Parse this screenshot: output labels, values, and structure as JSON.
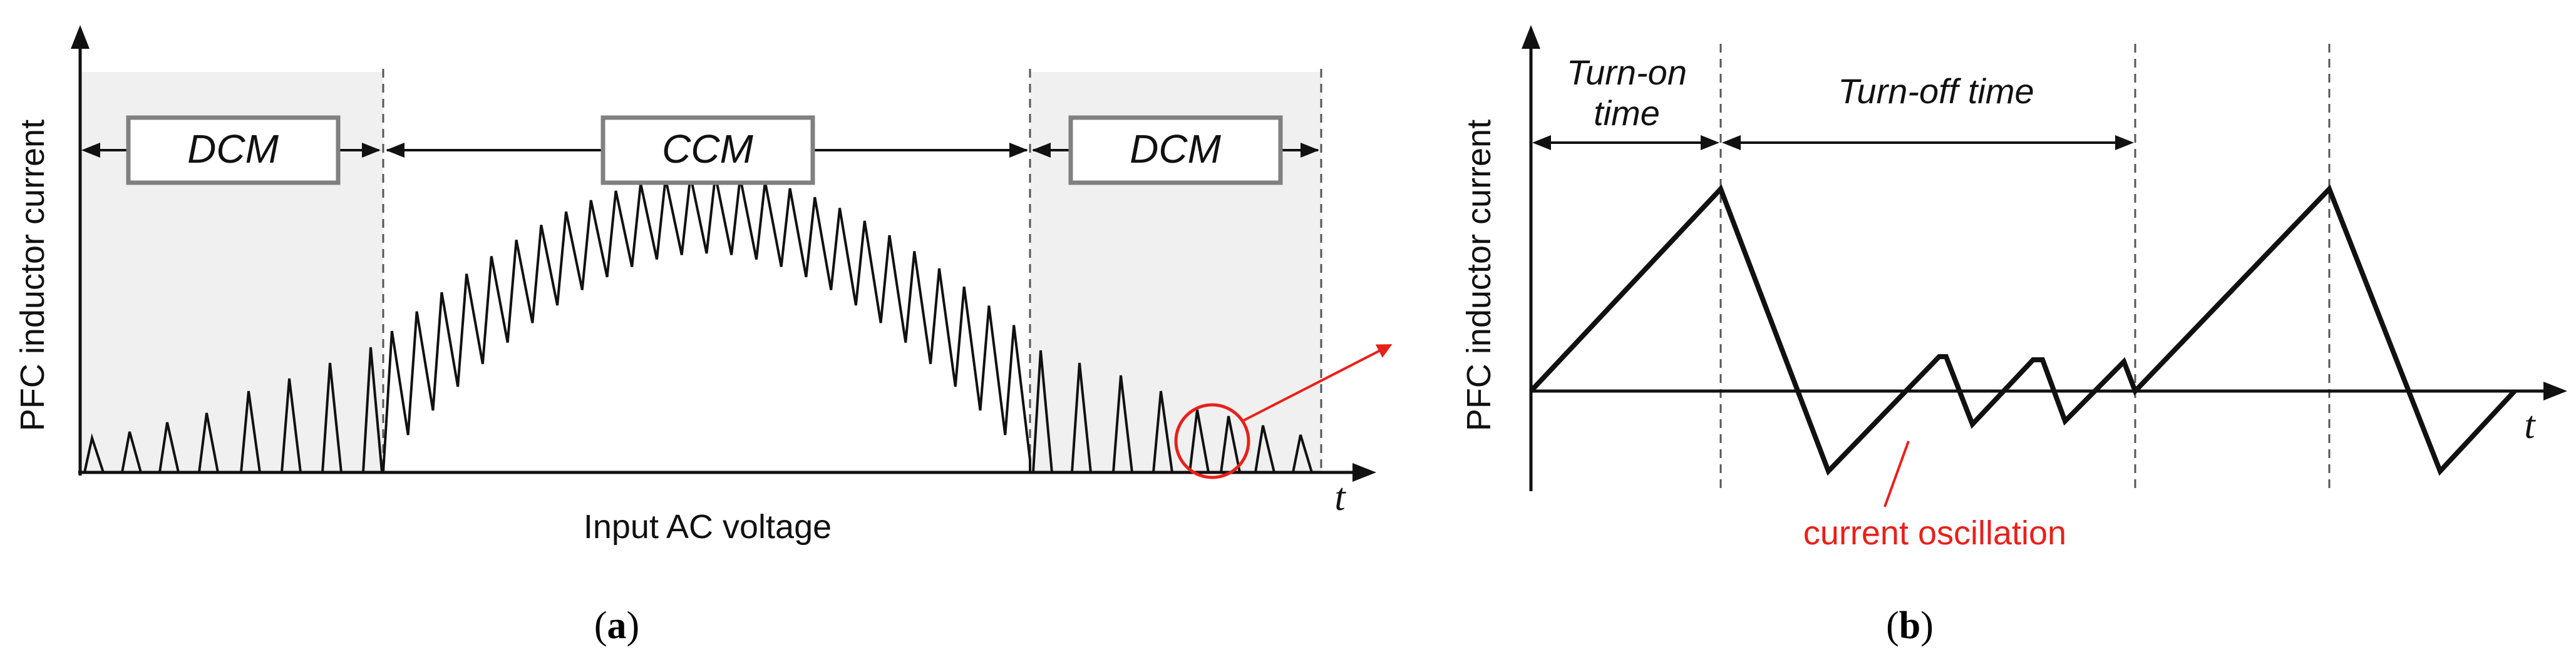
{
  "panel_a": {
    "y_label": "PFC inductor current",
    "x_label": "Input AC voltage",
    "t_label": "t",
    "modes": [
      {
        "label": "DCM"
      },
      {
        "label": "CCM"
      },
      {
        "label": "DCM"
      }
    ],
    "caption_open": "(",
    "caption_letter": "a",
    "caption_close": ")"
  },
  "panel_b": {
    "y_label": "PFC inductor current",
    "t_label": "t",
    "turn_on_line1": "Turn-on",
    "turn_on_line2": "time",
    "turn_off": "Turn-off time",
    "oscillation_label": "current oscillation",
    "caption_open": "(",
    "caption_letter": "b",
    "caption_close": ")"
  },
  "colors": {
    "shade": "#f0f0f0",
    "highlight": "#e8201a",
    "line": "#111111",
    "box_border": "#808080"
  }
}
